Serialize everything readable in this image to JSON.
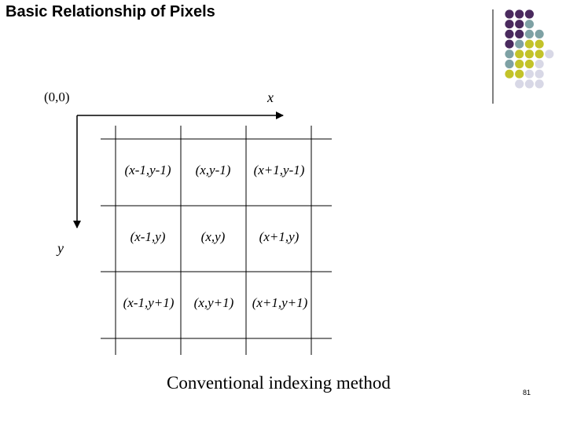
{
  "slide": {
    "title": "Basic Relationship of Pixels",
    "origin_label": "(0,0)",
    "x_axis_label": "x",
    "y_axis_label": "y",
    "grid_cells": [
      [
        "(x-1,y-1)",
        "(x,y-1)",
        "(x+1,y-1)"
      ],
      [
        "(x-1,y)",
        "(x,y)",
        "(x+1,y)"
      ],
      [
        "(x-1,y+1)",
        "(x,y+1)",
        "(x+1,y+1)"
      ]
    ],
    "caption": "Conventional indexing method",
    "page_number": "81"
  },
  "decoration": {
    "colors": {
      "purple": "#4a2a5e",
      "teal": "#7ea1a4",
      "olive": "#c3c32a",
      "lavender": "#d8d8e6"
    }
  }
}
